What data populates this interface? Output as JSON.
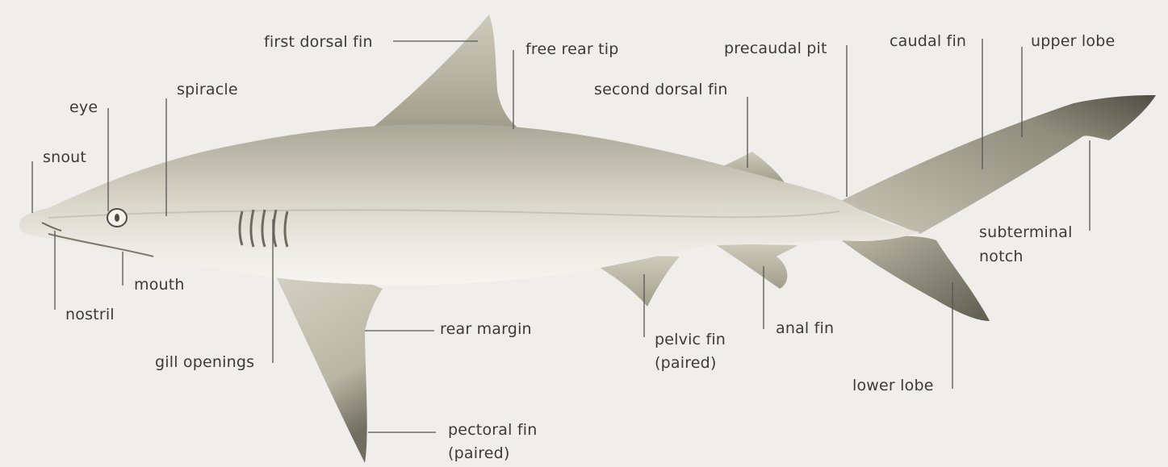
{
  "diagram": {
    "colors": {
      "background": "#efeeea",
      "body_light": "#dedad0",
      "body_dark": "#9a9888",
      "belly": "#f4f3ee",
      "leader": "#555553",
      "text": "#3a3a38"
    },
    "labels": {
      "first_dorsal_fin": "first dorsal fin",
      "free_rear_tip": "free rear tip",
      "precaudal_pit": "precaudal pit",
      "caudal_fin": "caudal fin",
      "upper_lobe": "upper lobe",
      "spiracle": "spiracle",
      "second_dorsal_fin": "second dorsal fin",
      "eye": "eye",
      "snout": "snout",
      "subterminal_notch_line1": "subterminal",
      "subterminal_notch_line2": "notch",
      "mouth": "mouth",
      "nostril": "nostril",
      "rear_margin": "rear margin",
      "anal_fin": "anal fin",
      "pelvic_fin_line1": "pelvic fin",
      "pelvic_fin_line2": "(paired)",
      "gill_openings": "gill openings",
      "lower_lobe": "lower lobe",
      "pectoral_fin_line1": "pectoral fin",
      "pectoral_fin_line2": "(paired)"
    }
  }
}
